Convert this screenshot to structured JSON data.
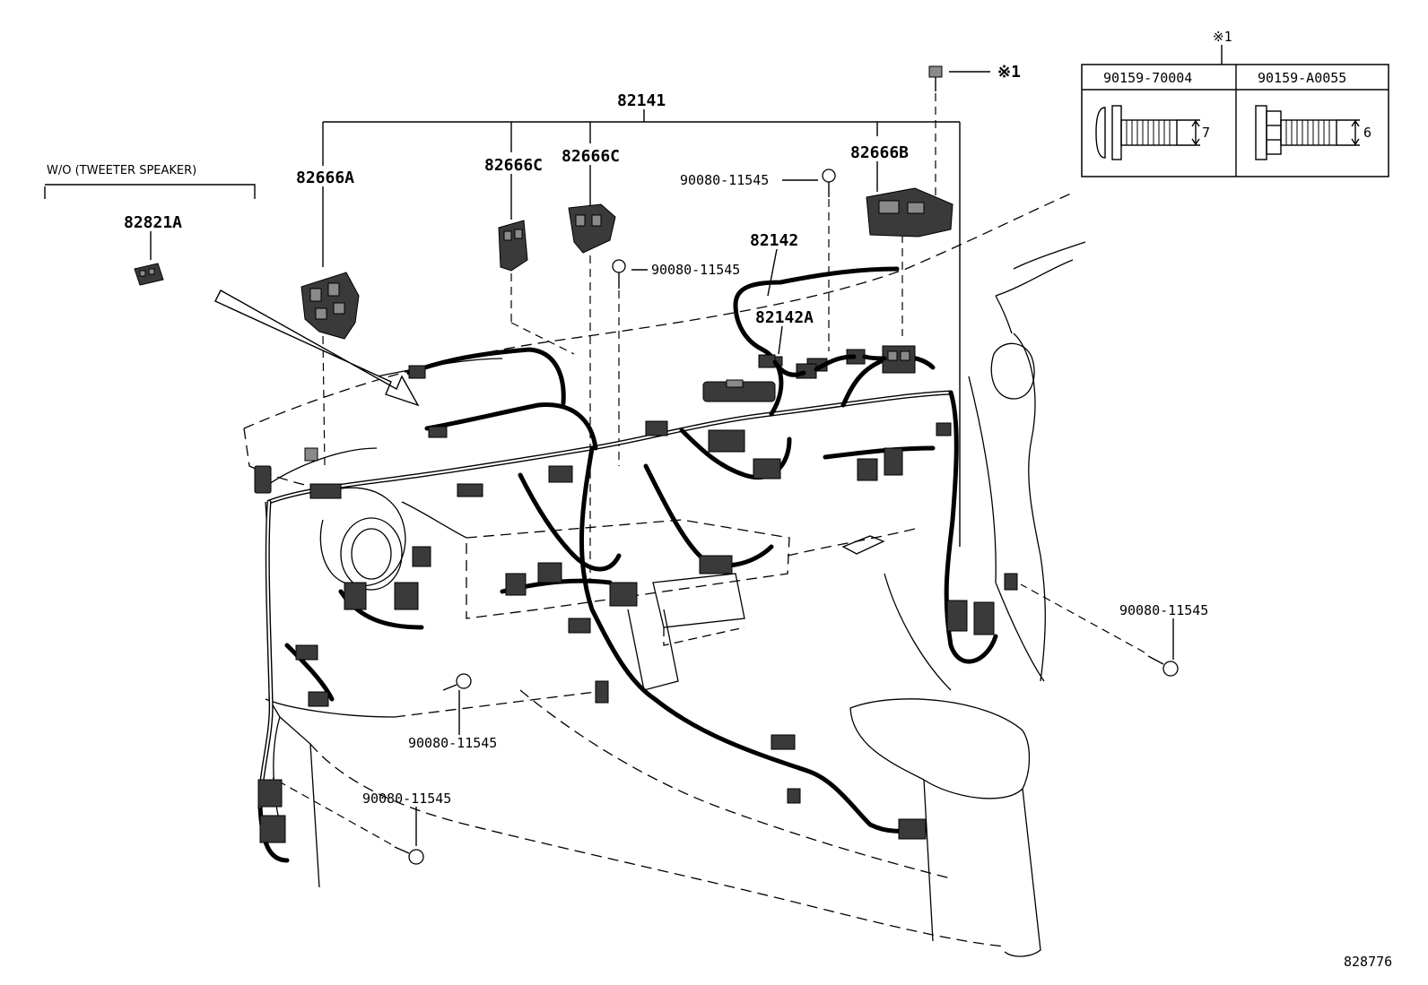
{
  "labels": {
    "main_harness": "82141",
    "sub_harness": "82142",
    "sub_harness_a": "82142A",
    "junction_a": "82666A",
    "junction_b": "82666B",
    "clamp_c1": "82666C",
    "clamp_c2": "82666C",
    "connector_tweeter": "82821A",
    "tweeter_note": "W/O (TWEETER SPEAKER)",
    "bolt_top": "90080-11545",
    "bolt_mid": "90080-11545",
    "bolt_right": "90080-11545",
    "bolt_lower_left": "90080-11545",
    "bolt_bottom_left": "90080-11545",
    "note_mark_bolt": "※1",
    "diagram_id": "828776"
  },
  "reference_table": {
    "mark": "※1",
    "columns": [
      {
        "part": "90159-70004",
        "size": "7"
      },
      {
        "part": "90159-A0055",
        "size": "6"
      }
    ]
  }
}
